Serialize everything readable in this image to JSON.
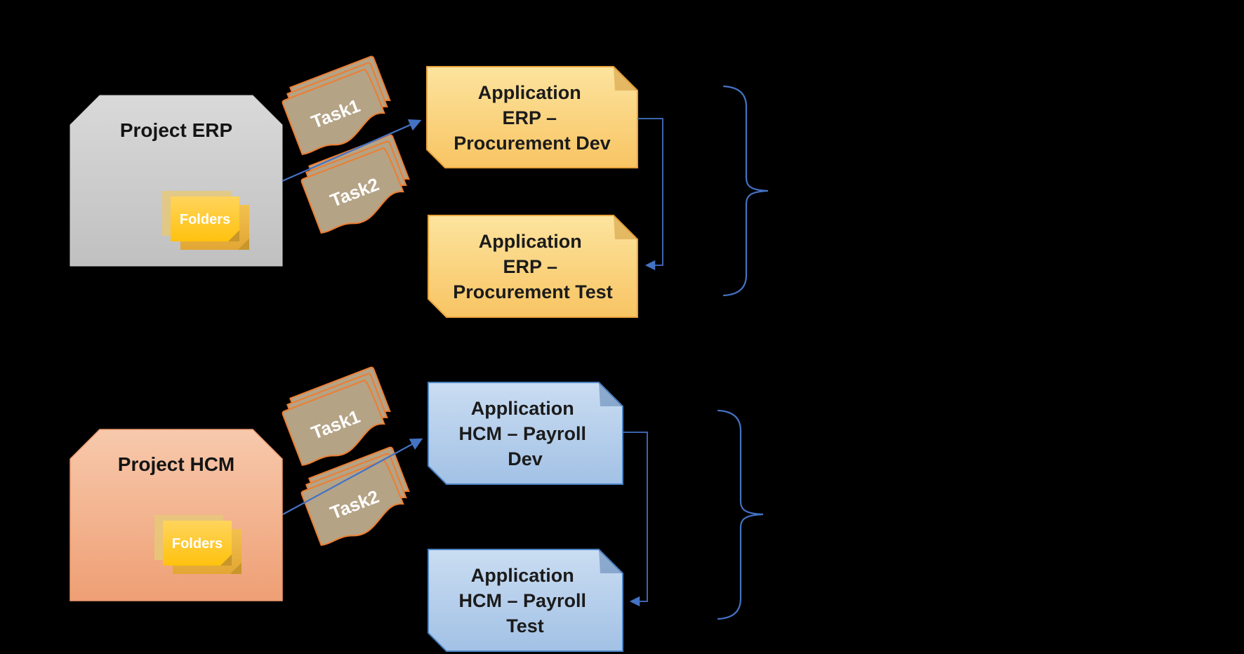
{
  "colors": {
    "background": "#000000",
    "accent_blue": "#4472C4",
    "task_fill": "#B5A386",
    "task_border": "#ED7D31",
    "yellow_box_top": "#FCE49E",
    "yellow_box_bottom": "#F8C966",
    "yellow_box_border": "#E9A23B",
    "blue_box_top": "#C9DCF1",
    "blue_box_bottom": "#A2C1E5",
    "blue_box_border": "#4B83C3",
    "gray_project_top": "#D7D7D7",
    "gray_project_bottom": "#C1C1C1",
    "salmon_project_top": "#F7C9AC",
    "salmon_project_bottom": "#EF9F74",
    "folder_gold_top": "#FFD45C",
    "folder_gold_bottom": "#FFC20E"
  },
  "groups": [
    {
      "project_label": "Project ERP",
      "folders_label": "Folders",
      "task1_label": "Task1",
      "task2_label": "Task2",
      "dev_app_lines": [
        "Application",
        "ERP –",
        "Procurement Dev"
      ],
      "test_app_lines": [
        "Application",
        "ERP –",
        "Procurement Test"
      ]
    },
    {
      "project_label": "Project HCM",
      "folders_label": "Folders",
      "task1_label": "Task1",
      "task2_label": "Task2",
      "dev_app_lines": [
        "Application",
        "HCM – Payroll",
        "Dev"
      ],
      "test_app_lines": [
        "Application",
        "HCM – Payroll",
        "Test"
      ]
    }
  ]
}
